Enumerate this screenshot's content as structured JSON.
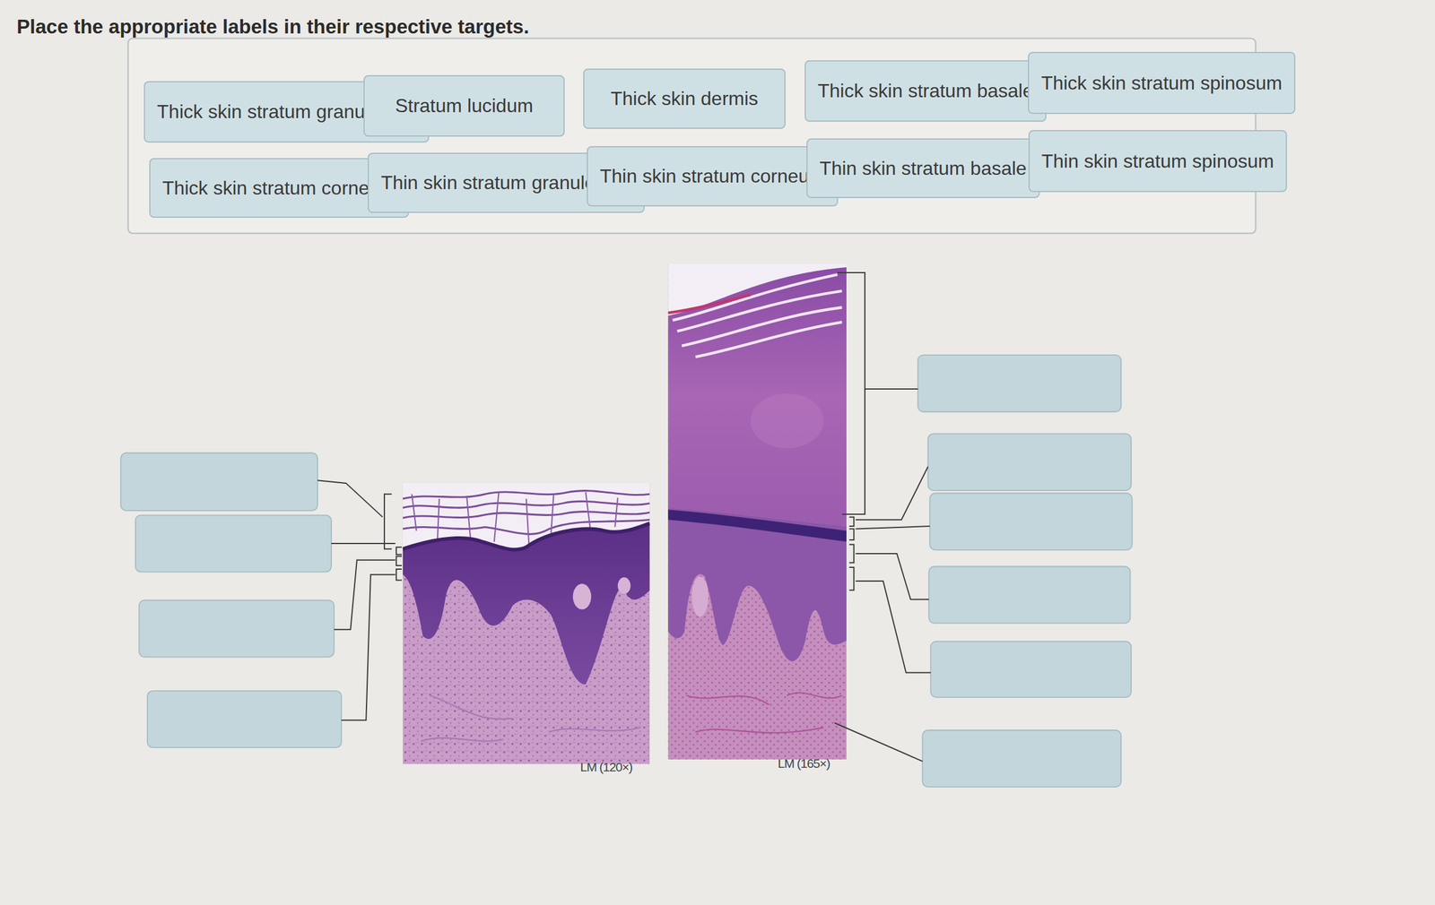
{
  "diagram": {
    "title": "Place the appropriate labels in their respective targets.",
    "nodes": [
      {
        "text": [
          "Thick skin stratum granulosum"
        ]
      },
      {
        "text": [
          "Stratum lucidum"
        ]
      },
      {
        "text": [
          "Thick skin dermis"
        ]
      },
      {
        "text": [
          "Thick skin stratum basale"
        ]
      },
      {
        "text": [
          "Thick skin stratum spinosum"
        ]
      },
      {
        "text": [
          "Thick skin stratum corneum"
        ]
      },
      {
        "text": [
          "Thin skin stratum granulosum"
        ]
      },
      {
        "text": [
          "Thin skin stratum corneum"
        ]
      },
      {
        "text": [
          "Thin skin stratum basale"
        ]
      },
      {
        "text": [
          "Thin skin stratum spinosum"
        ]
      }
    ],
    "labels": [
      "LM (120×)",
      "LM (165×)"
    ]
  }
}
